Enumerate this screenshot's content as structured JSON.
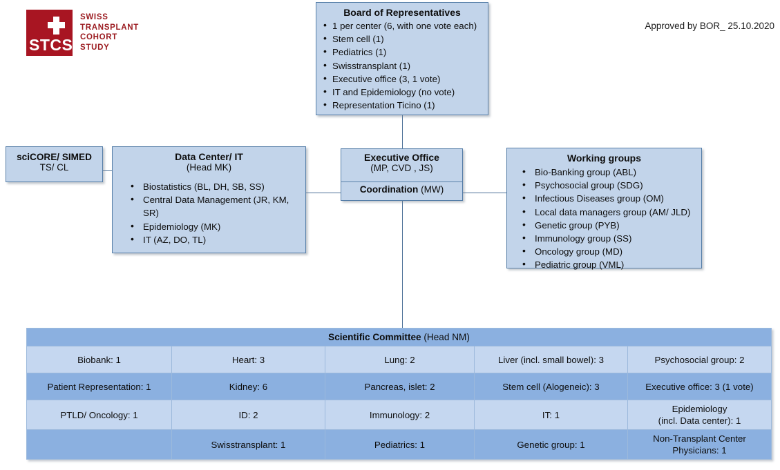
{
  "logo": {
    "mark_text": "STCS",
    "name_lines": [
      "SWISS",
      "TRANSPLANT",
      "COHORT",
      "STUDY"
    ],
    "brand_color": "#A81522"
  },
  "approval_note": "Approved by BOR_ 25.10.2020",
  "boxes": {
    "board": {
      "title": "Board of Representatives",
      "items": [
        "1 per center (6, with one vote each)",
        "Stem cell (1)",
        "Pediatrics (1)",
        "Swisstransplant (1)",
        "Executive office (3, 1 vote)",
        "IT and Epidemiology (no vote)",
        "Representation Ticino (1)"
      ]
    },
    "scicore": {
      "title": "sciCORE/ SIMED",
      "subtitle": "TS/ CL"
    },
    "data_center": {
      "title": "Data Center/ IT",
      "subtitle": "(Head MK)",
      "items": [
        "Biostatistics (BL, DH, SB, SS)",
        "Central Data Management (JR, KM, SR)",
        "Epidemiology (MK)",
        "IT (AZ, DO, TL)"
      ]
    },
    "executive_office": {
      "title": "Executive Office",
      "subtitle": "(MP, CVD , JS)",
      "coordination_label": "Coordination",
      "coordination_value": "(MW)"
    },
    "working_groups": {
      "title": "Working groups",
      "items": [
        "Bio-Banking group (ABL)",
        "Psychosocial group (SDG)",
        "Infectious Diseases group (OM)",
        "Local data managers group (AM/ JLD)",
        "Genetic group (PYB)",
        "Immunology group (SS)",
        "Oncology group (MD)",
        "Pediatric group (VML)"
      ]
    }
  },
  "scientific_committee": {
    "header_title": "Scientific Committee",
    "header_note": "(Head NM)",
    "rows": [
      {
        "style": "light",
        "cells": [
          "Biobank: 1",
          "Heart: 3",
          "Lung: 2",
          "Liver (incl. small bowel): 3",
          "Psychosocial group: 2"
        ]
      },
      {
        "style": "dark",
        "cells": [
          "Patient Representation: 1",
          "Kidney: 6",
          "Pancreas, islet: 2",
          "Stem cell (Alogeneic): 3",
          "Executive office: 3 (1 vote)"
        ]
      },
      {
        "style": "light",
        "cells": [
          "PTLD/ Oncology: 1",
          "ID: 2",
          "Immunology: 2",
          "IT: 1",
          "Epidemiology\n(incl. Data center): 1"
        ]
      },
      {
        "style": "dark",
        "cells": [
          "",
          "Swisstransplant: 1",
          "Pediatrics: 1",
          "Genetic group: 1",
          "Non-Transplant Center\nPhysicians: 1"
        ]
      }
    ]
  },
  "colors": {
    "box_fill": "#C2D4EA",
    "box_border": "#567EA8",
    "table_dark_row": "#8BB0E0",
    "table_light_row": "#C5D7F0",
    "connector": "#4A6F96"
  }
}
